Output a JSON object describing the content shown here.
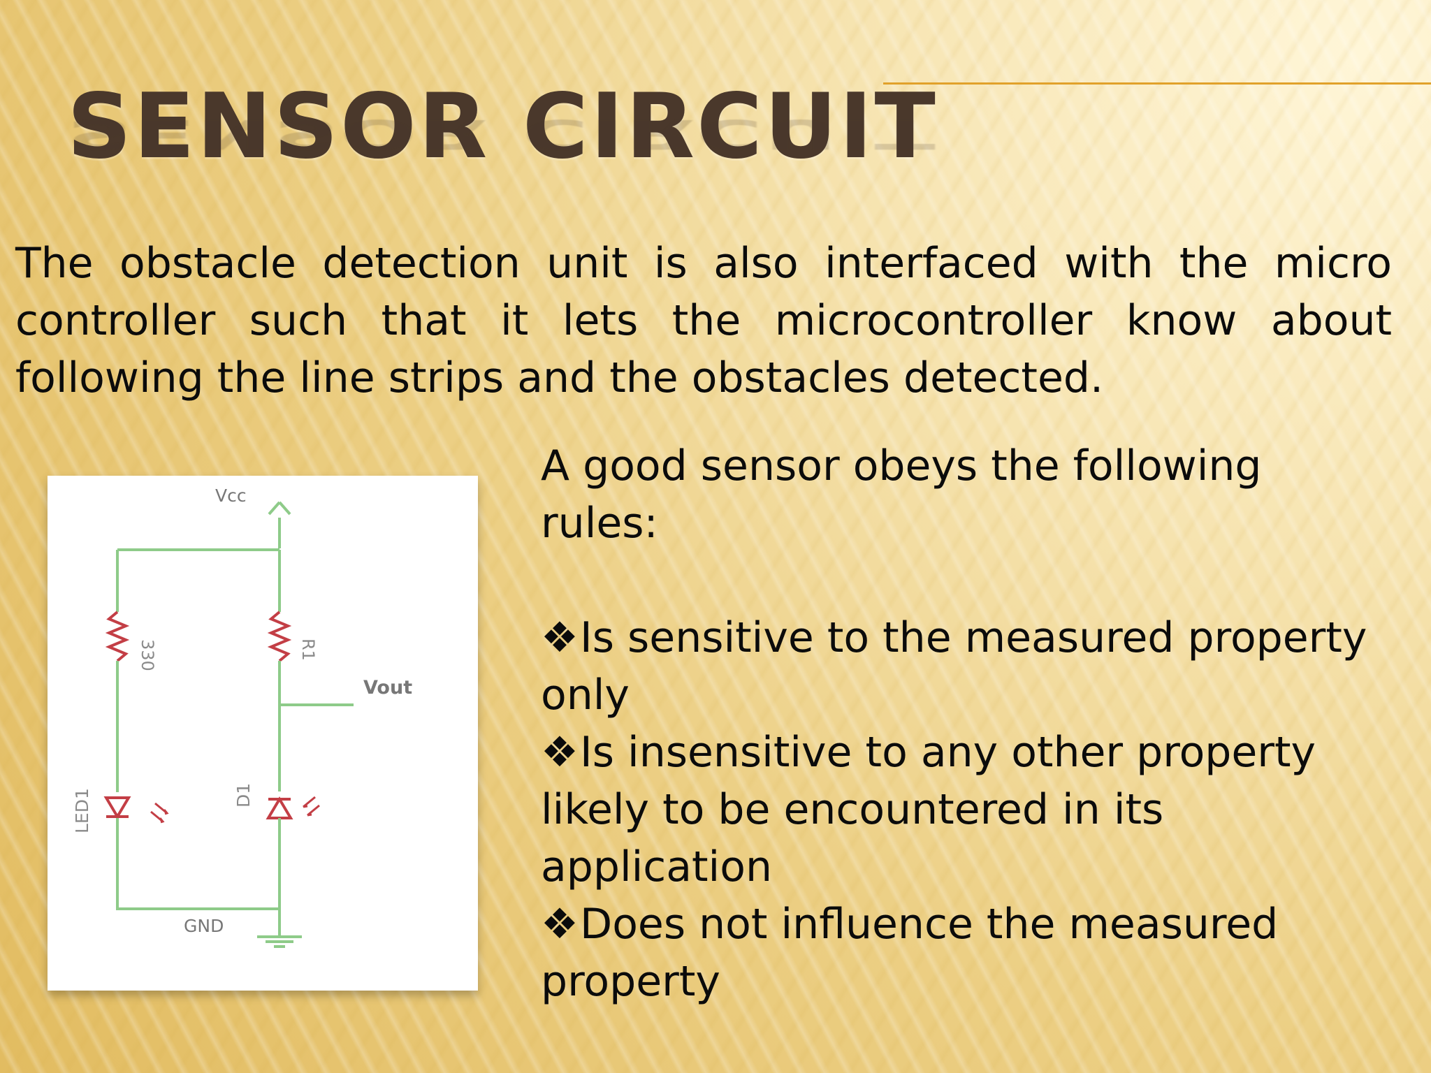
{
  "slide": {
    "title": "SENSOR CIRCUIT",
    "intro": "The obstacle detection unit is also interfaced with the micro controller such that it lets the microcontroller know about following the line strips and the obstacles detected.",
    "rules_intro": "A good sensor obeys the following rules:",
    "bullet_symbol": "❖",
    "rules": [
      "Is sensitive to the measured property only",
      "Is insensitive to any other property likely to be encountered in its application",
      "Does not influence the measured property"
    ]
  },
  "diagram": {
    "vcc_label": "Vcc",
    "gnd_label": "GND",
    "vout_label": "Vout",
    "resistor_left_label": "330",
    "resistor_right_label": "R1",
    "led_label": "LED1",
    "diode_label": "D1"
  },
  "colors": {
    "title": "#4a382b",
    "accent_line": "#e1a12a",
    "wire": "#8ecb89",
    "component": "#c33e45",
    "label": "#777777"
  }
}
